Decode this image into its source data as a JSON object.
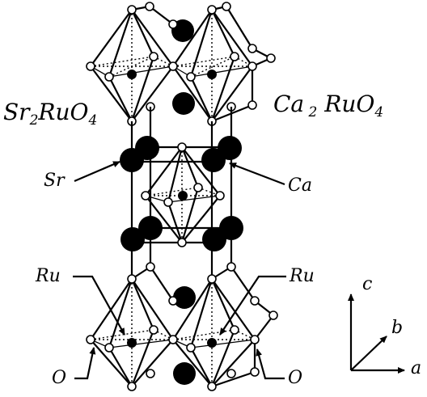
{
  "labels": {
    "left_formula": {
      "main1": "Sr",
      "sub1": "2",
      "main2": "RuO",
      "sub2": "4"
    },
    "right_formula": {
      "main1": "Ca",
      "sub1": " 2",
      "main2": " RuO",
      "sub2": "4"
    },
    "sr": "Sr",
    "ca": "Ca",
    "ru_left": "Ru",
    "ru_right": "Ru",
    "o_left": "O",
    "o_right": "O"
  },
  "axes": {
    "c": "c",
    "b": "b",
    "a": "a"
  },
  "colors": {
    "atom_large": "#000000",
    "ruthenium": "#000000",
    "oxygen_fill": "#ffffff",
    "line": "#000000"
  }
}
